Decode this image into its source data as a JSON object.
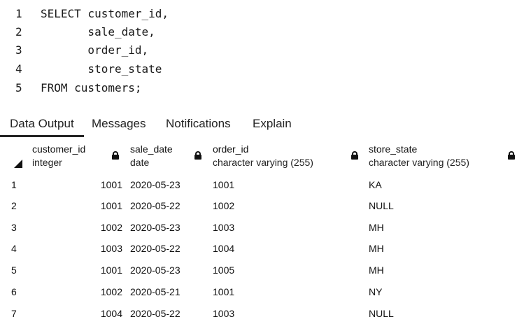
{
  "editor": {
    "lines": [
      {
        "num": "1",
        "text": "SELECT customer_id,"
      },
      {
        "num": "2",
        "text": "       sale_date,"
      },
      {
        "num": "3",
        "text": "       order_id,"
      },
      {
        "num": "4",
        "text": "       store_state"
      },
      {
        "num": "5",
        "text": "FROM customers;"
      }
    ]
  },
  "tabs": [
    {
      "label": "Data Output",
      "active": true
    },
    {
      "label": "Messages",
      "active": false
    },
    {
      "label": "Notifications",
      "active": false
    },
    {
      "label": "Explain",
      "active": false
    }
  ],
  "grid": {
    "columns": [
      {
        "name": "customer_id",
        "type": "integer"
      },
      {
        "name": "sale_date",
        "type": "date"
      },
      {
        "name": "order_id",
        "type": "character varying (255)"
      },
      {
        "name": "store_state",
        "type": "character varying (255)"
      }
    ],
    "rows": [
      {
        "num": "1",
        "customer_id": "1001",
        "sale_date": "2020-05-23",
        "order_id": "1001",
        "store_state": "KA"
      },
      {
        "num": "2",
        "customer_id": "1001",
        "sale_date": "2020-05-22",
        "order_id": "1002",
        "store_state": "NULL"
      },
      {
        "num": "3",
        "customer_id": "1002",
        "sale_date": "2020-05-23",
        "order_id": "1003",
        "store_state": "MH"
      },
      {
        "num": "4",
        "customer_id": "1003",
        "sale_date": "2020-05-22",
        "order_id": "1004",
        "store_state": "MH"
      },
      {
        "num": "5",
        "customer_id": "1001",
        "sale_date": "2020-05-23",
        "order_id": "1005",
        "store_state": "MH"
      },
      {
        "num": "6",
        "customer_id": "1002",
        "sale_date": "2020-05-21",
        "order_id": "1001",
        "store_state": "NY"
      },
      {
        "num": "7",
        "customer_id": "1004",
        "sale_date": "2020-05-22",
        "order_id": "1003",
        "store_state": "NULL"
      }
    ]
  },
  "icons": {
    "lock": "lock-icon",
    "sort": "sort-corner-icon"
  }
}
